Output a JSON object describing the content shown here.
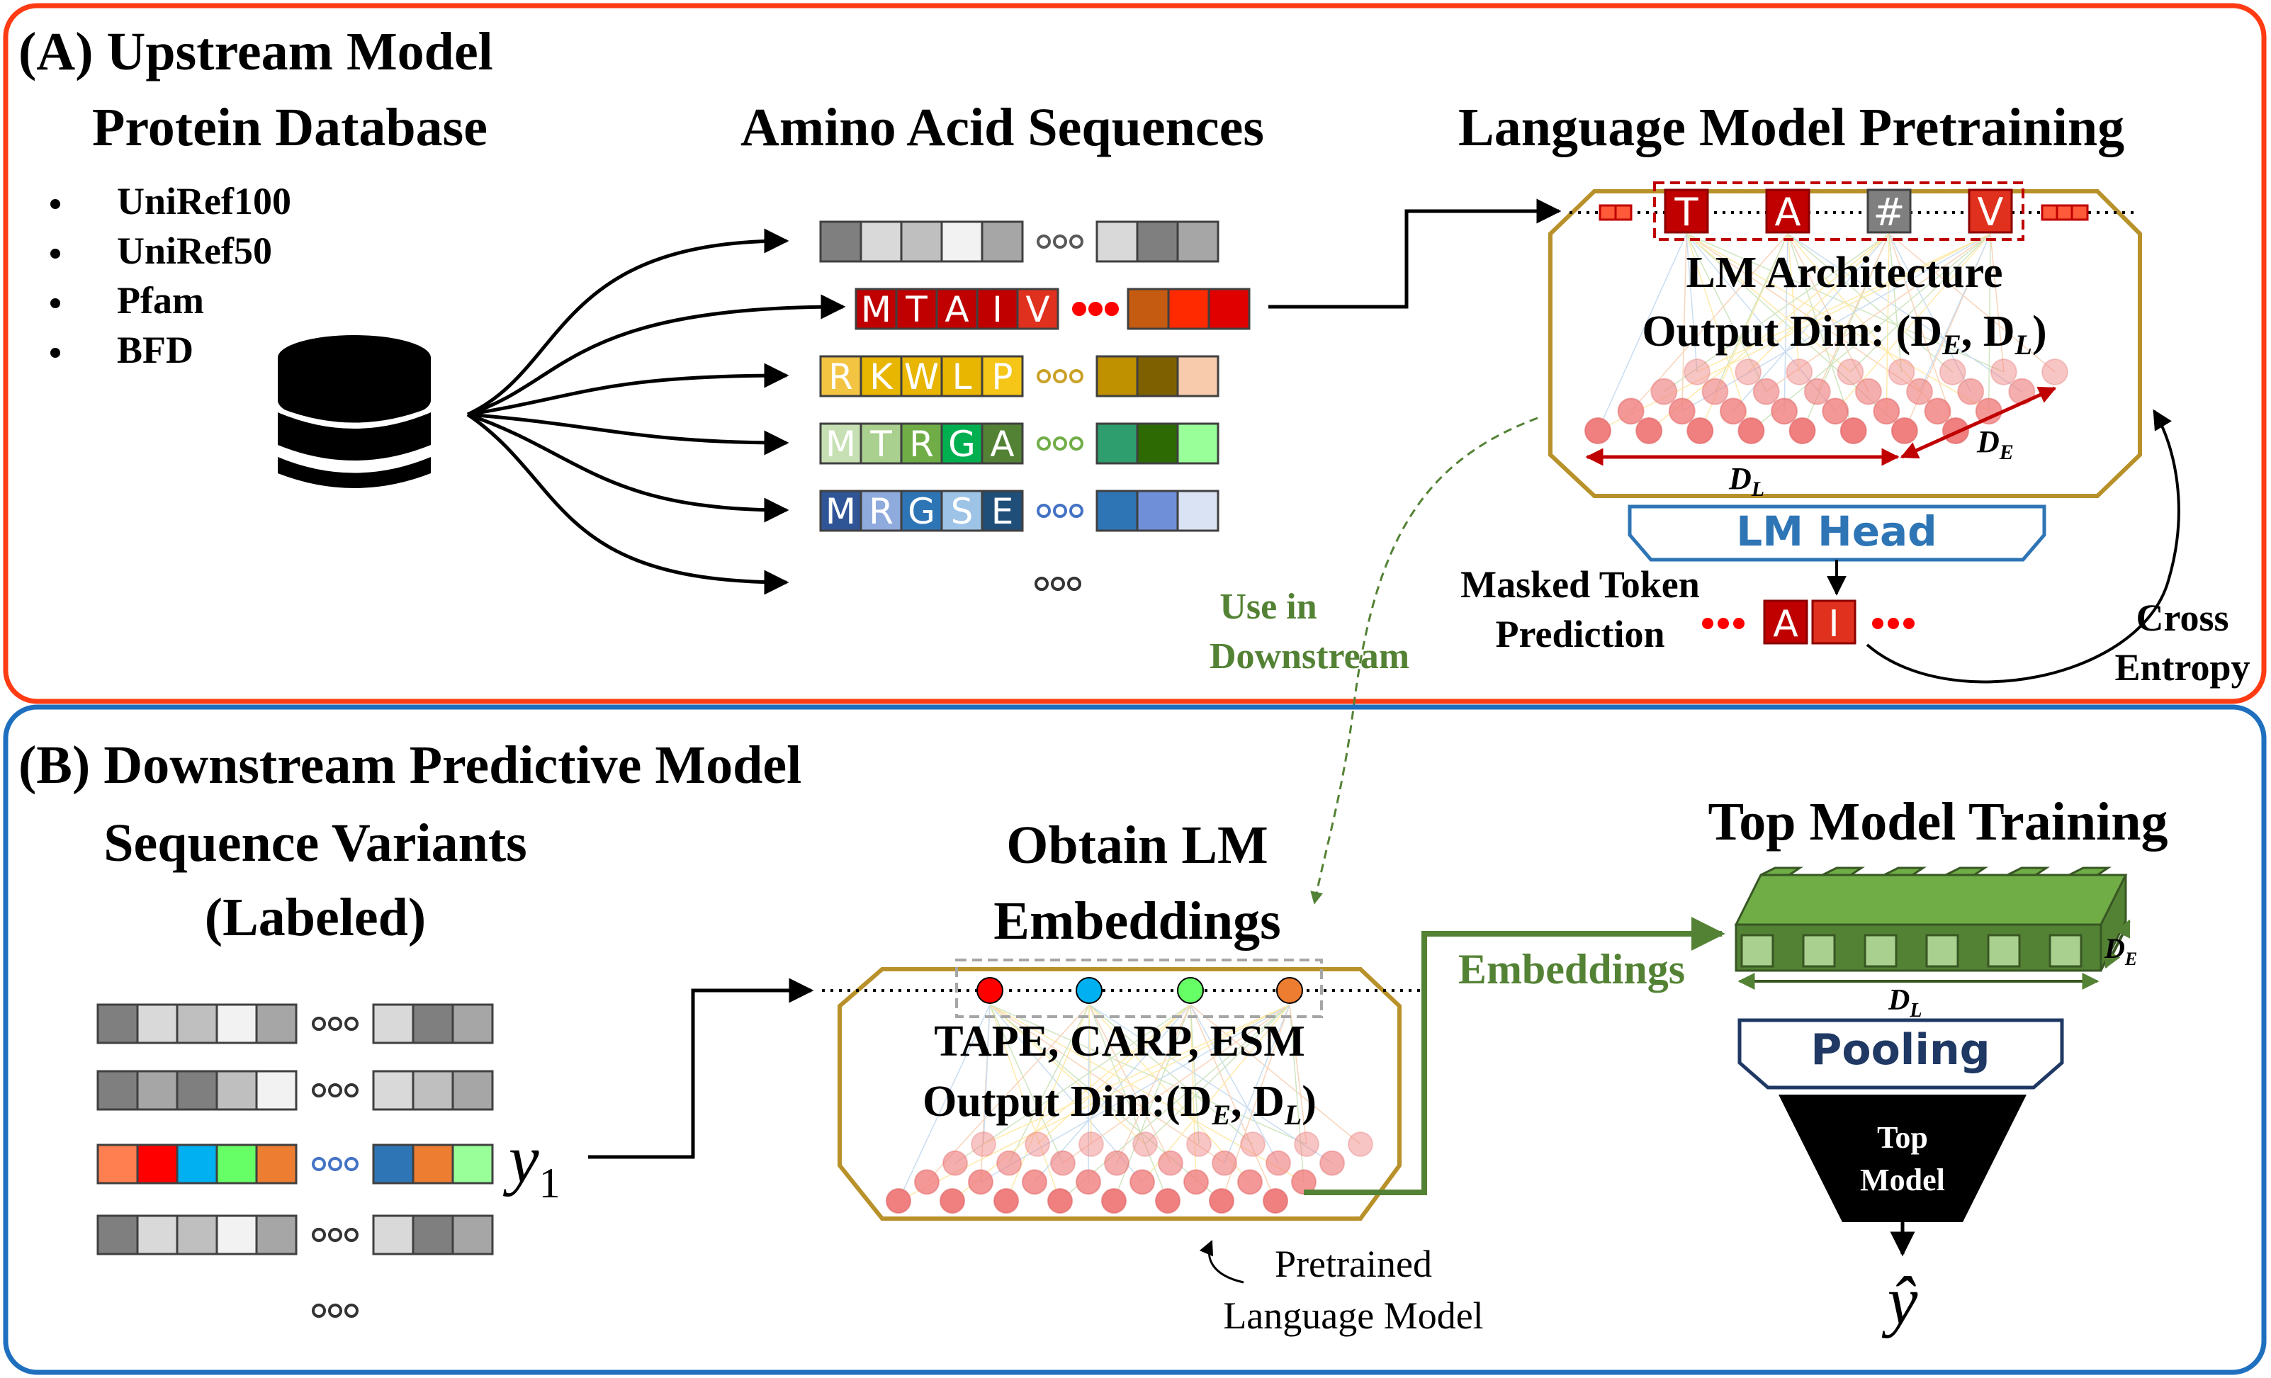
{
  "panel_a": {
    "title": "(A) Upstream Model",
    "protein_db": {
      "title": "Protein Database",
      "items": [
        "UniRef100",
        "UniRef50",
        "Pfam",
        "BFD"
      ]
    },
    "sequences_title": "Amino Acid Sequences",
    "sequences": [
      {
        "letters": "",
        "colors": [
          "#7f7f7f",
          "#d9d9d9",
          "#bfbfbf",
          "#f2f2f2",
          "#a6a6a6"
        ],
        "end": [
          "#d9d9d9",
          "#7f7f7f",
          "#a6a6a6"
        ],
        "dots": "#595959"
      },
      {
        "letters": "MTAIV",
        "colors": [
          "#c00000",
          "#c00000",
          "#c00000",
          "#c00000",
          "#e0301e"
        ],
        "end": [
          "#c55a11",
          "#ff2a00",
          "#e00000"
        ],
        "dots": "#ff0000"
      },
      {
        "letters": "RKWLP",
        "colors": [
          "#f3c342",
          "#e8b500",
          "#e8b500",
          "#e8b500",
          "#f5c518"
        ],
        "end": [
          "#bf9000",
          "#7f6000",
          "#f8cbad"
        ],
        "dots": "#c9a227"
      },
      {
        "letters": "MTRGA",
        "colors": [
          "#c6e0b4",
          "#a9d08e",
          "#70ad47",
          "#00b050",
          "#548235"
        ],
        "end": [
          "#2e9e6e",
          "#2d6a04",
          "#99ff99"
        ],
        "dots": "#70ad47"
      },
      {
        "letters": "MRGSE",
        "colors": [
          "#2f5597",
          "#8faadc",
          "#2e75b6",
          "#9dc3e6",
          "#1f4e79"
        ],
        "end": [
          "#2e75b6",
          "#6f8fd8",
          "#dae3f3"
        ],
        "dots": "#4472c4"
      }
    ],
    "pretraining_title": "Language Model Pretraining",
    "mask_tokens": [
      "T",
      "A",
      "#",
      "V"
    ],
    "lm_arch_line1": "LM Architecture",
    "lm_arch_line2": "Output Dim: (D",
    "lm_arch_sub_e": "E",
    "lm_arch_comma": ", D",
    "lm_arch_sub_l": "L",
    "lm_arch_close": ")",
    "dim_label_l": "D",
    "dim_label_l_sub": "L",
    "dim_label_e": "D",
    "dim_label_e_sub": "E",
    "lm_head": "LM Head",
    "masked_line1": "Masked Token",
    "masked_line2": "Prediction",
    "predicted_tokens": [
      "A",
      "I"
    ],
    "cross_line1": "Cross",
    "cross_line2": "Entropy",
    "use_line1": "Use in",
    "use_line2": "Downstream"
  },
  "panel_b": {
    "title": "(B) Downstream Predictive Model",
    "variants_line1": "Sequence Variants",
    "variants_line2": "(Labeled)",
    "variants": [
      {
        "colors": [
          "#7f7f7f",
          "#d9d9d9",
          "#bfbfbf",
          "#f2f2f2",
          "#a6a6a6"
        ],
        "end": [
          "#d9d9d9",
          "#7f7f7f",
          "#a6a6a6"
        ]
      },
      {
        "colors": [
          "#7f7f7f",
          "#a6a6a6",
          "#7f7f7f",
          "#bfbfbf",
          "#f2f2f2"
        ],
        "end": [
          "#d9d9d9",
          "#bfbfbf",
          "#a6a6a6"
        ]
      },
      {
        "colors": [
          "#ff7f50",
          "#ff0000",
          "#00b0f0",
          "#66ff66",
          "#ed7d31"
        ],
        "end": [
          "#2e75b6",
          "#ed7d31",
          "#99ff99"
        ]
      },
      {
        "colors": [
          "#7f7f7f",
          "#d9d9d9",
          "#bfbfbf",
          "#f2f2f2",
          "#a6a6a6"
        ],
        "end": [
          "#d9d9d9",
          "#7f7f7f",
          "#a6a6a6"
        ]
      }
    ],
    "y_label": "y",
    "y_sub": "1",
    "embed_title_line1": "Obtain LM",
    "embed_title_line2": "Embeddings",
    "models_line": "TAPE, CARP, ESM",
    "output_dim_prefix": "Output Dim:(D",
    "output_sub_e": "E",
    "output_comma": ", D",
    "output_sub_l": "L",
    "output_close": ")",
    "pretrained_line1": "Pretrained",
    "pretrained_line2": "Language Model",
    "embeddings_label": "Embeddings",
    "top_title": "Top Model Training",
    "pooling": "Pooling",
    "top_model_line1": "Top",
    "top_model_line2": "Model",
    "y_hat": "ŷ",
    "dim_l": "D",
    "dim_l_sub": "L",
    "dim_e": "D",
    "dim_e_sub": "E"
  },
  "colors": {
    "panel_a_border": "#ff3b14",
    "panel_b_border": "#1f6fbf",
    "lm_box_border": "#b8912a",
    "lm_head_border": "#2e75b6",
    "lm_head_text": "#2e75b6",
    "green_accent": "#548235",
    "neuron": "#f08080",
    "pooling_text": "#1f3864"
  }
}
